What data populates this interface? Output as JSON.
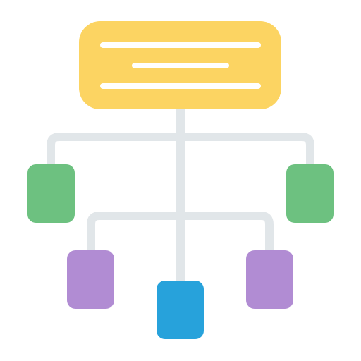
{
  "diagram": {
    "kind": "hierarchy",
    "colors": {
      "root": "#FCD462",
      "root_lines": "#FFFFFF",
      "connector": "#E1E6E9",
      "level1_nodes": "#6DC180",
      "level2_side_nodes": "#B18CD3",
      "level2_center_node": "#27A2DB"
    },
    "root": {
      "text_lines": 3
    },
    "level1": {
      "count": 2
    },
    "level2": {
      "count": 3
    }
  }
}
